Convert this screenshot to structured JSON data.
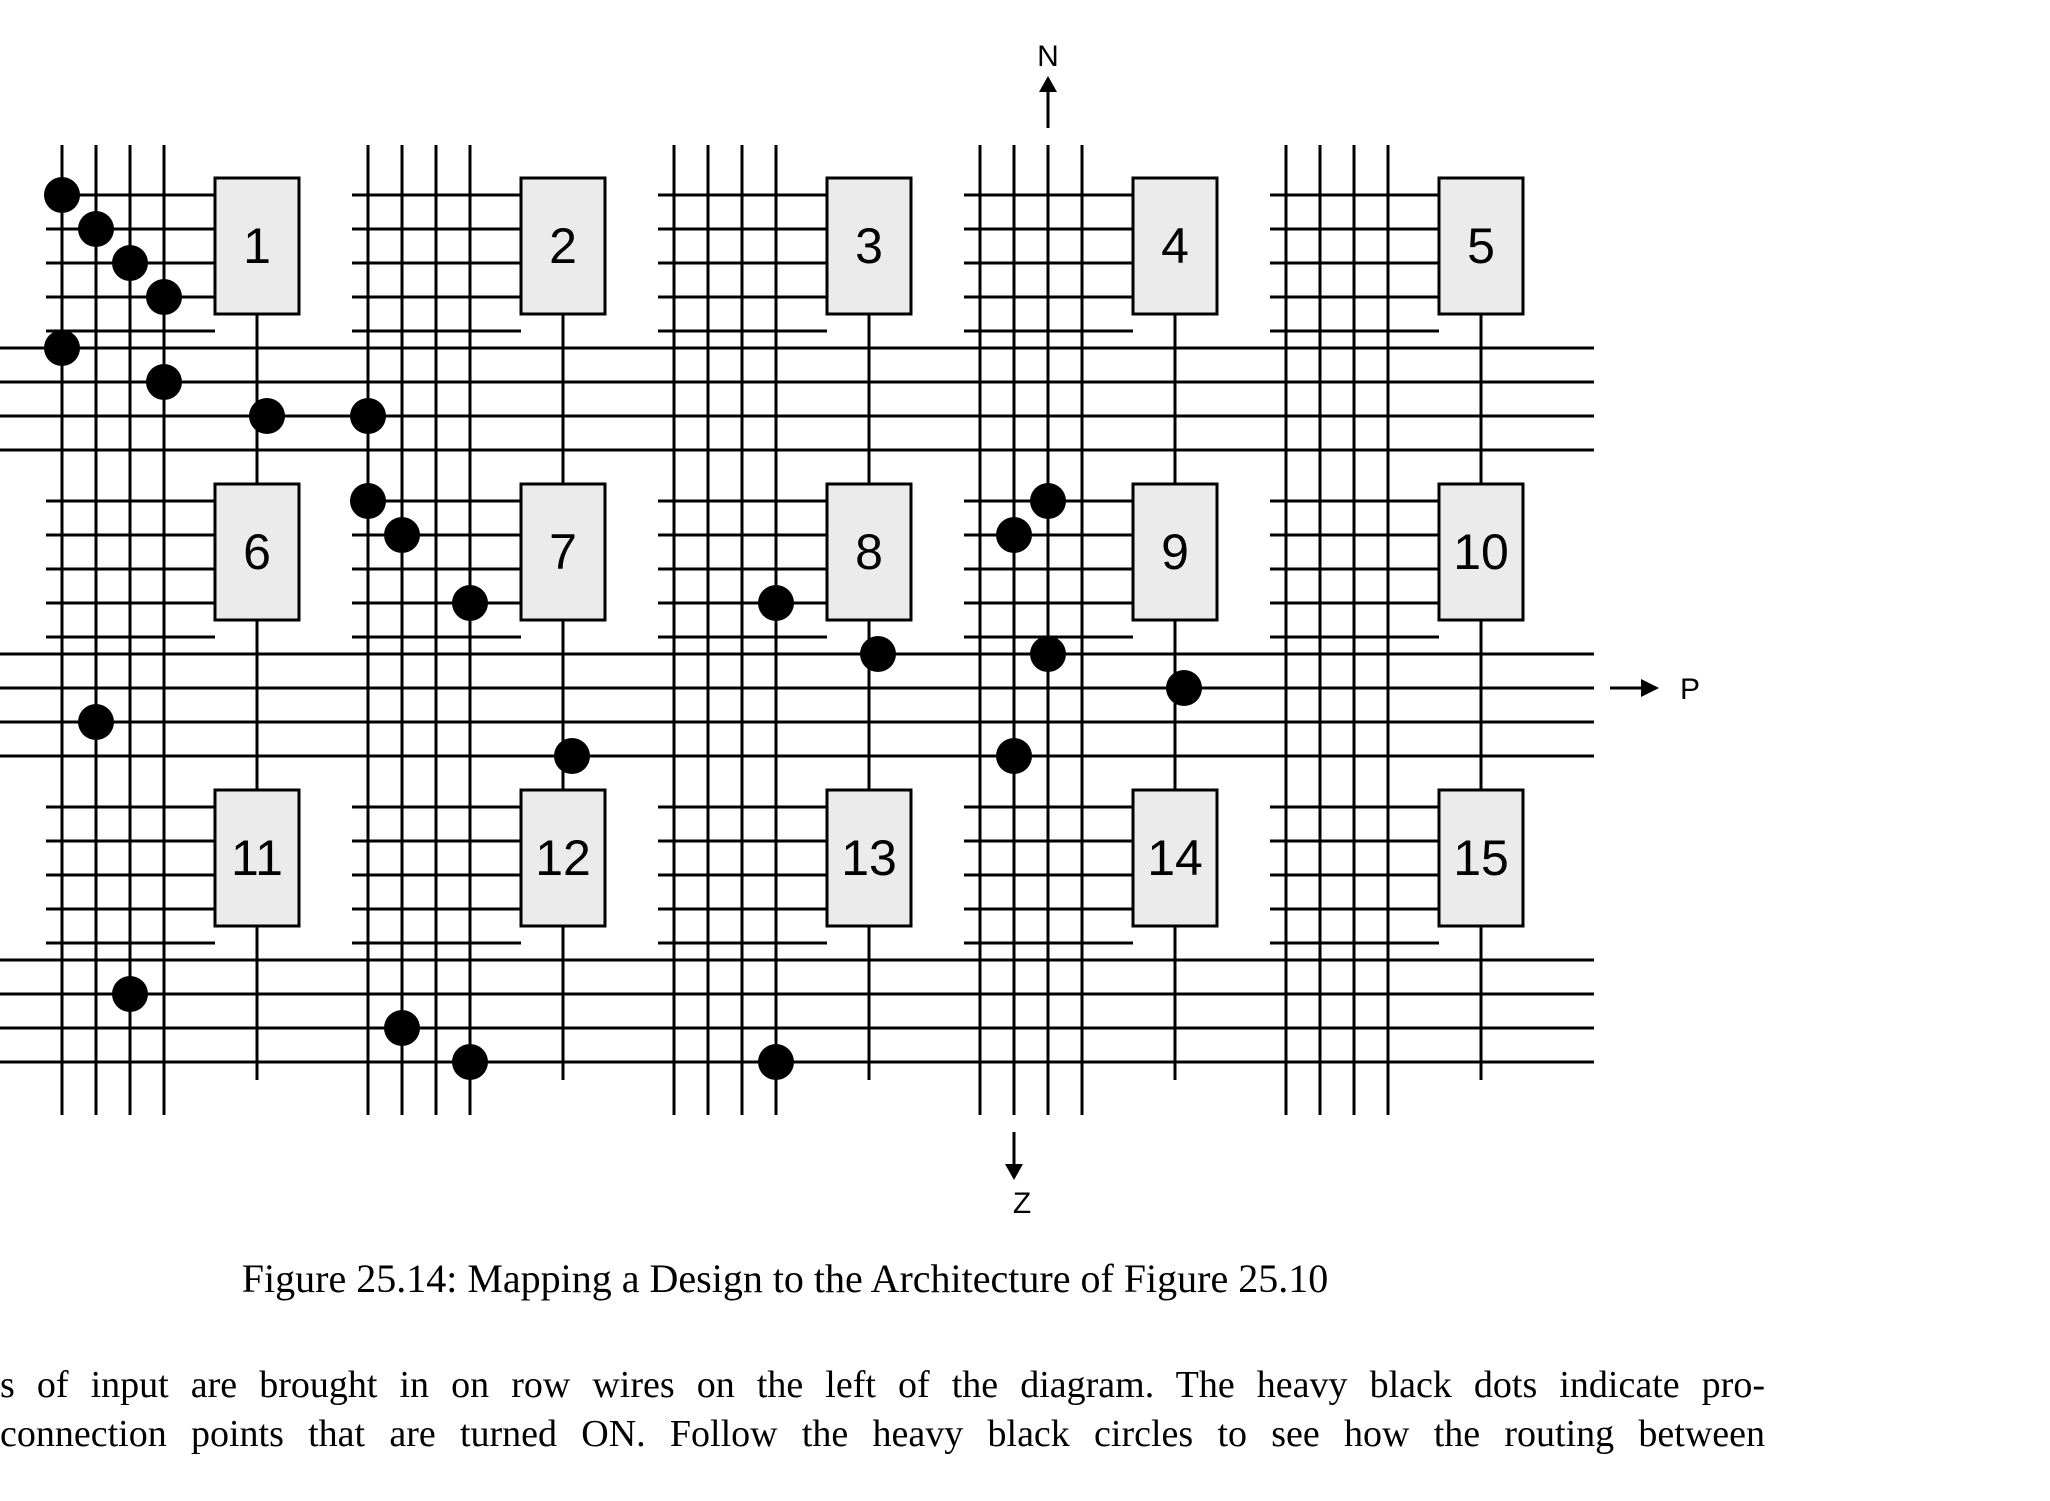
{
  "figure": {
    "caption": "Figure 25.14: Mapping a Design to the Architecture of Figure 25.10",
    "blocks": [
      {
        "id": 1,
        "label": "1"
      },
      {
        "id": 2,
        "label": "2"
      },
      {
        "id": 3,
        "label": "3"
      },
      {
        "id": 4,
        "label": "4"
      },
      {
        "id": 5,
        "label": "5"
      },
      {
        "id": 6,
        "label": "6"
      },
      {
        "id": 7,
        "label": "7"
      },
      {
        "id": 8,
        "label": "8"
      },
      {
        "id": 9,
        "label": "9"
      },
      {
        "id": 10,
        "label": "10"
      },
      {
        "id": 11,
        "label": "11"
      },
      {
        "id": 12,
        "label": "12"
      },
      {
        "id": 13,
        "label": "13"
      },
      {
        "id": 14,
        "label": "14"
      },
      {
        "id": 15,
        "label": "15"
      }
    ],
    "signals": {
      "north": "N",
      "south": "Z",
      "east": "P"
    },
    "block_fill": "#ebebeb",
    "wire_color": "#000000"
  },
  "body_text": {
    "line1": "s of input are brought in on row wires on the left of the diagram.  The heavy black dots indicate pro-",
    "line2": "connection points that are turned ON. Follow the heavy black circles to see how the routing between"
  }
}
